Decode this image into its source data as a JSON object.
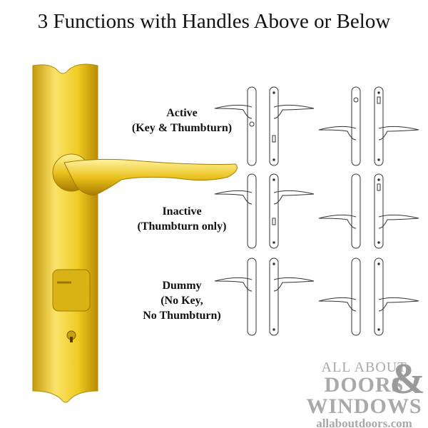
{
  "title": "3 Functions with Handles Above or Below",
  "functions": [
    {
      "name": "Active",
      "detail": "(Key & Thumbturn)"
    },
    {
      "name": "Inactive",
      "detail": "(Thumbturn only)"
    },
    {
      "name": "Dummy",
      "detail": "(No Key,",
      "detail2": "No Thumbturn)"
    }
  ],
  "logo": {
    "line1": "ALL ABOUT",
    "line2": "DOORS",
    "amp": "&",
    "line3": "WINDOWS",
    "url": "allaboutdoors.com"
  },
  "colors": {
    "brass": "#e8c21a",
    "outline": "#333333",
    "logo": "#a9a9a9"
  }
}
